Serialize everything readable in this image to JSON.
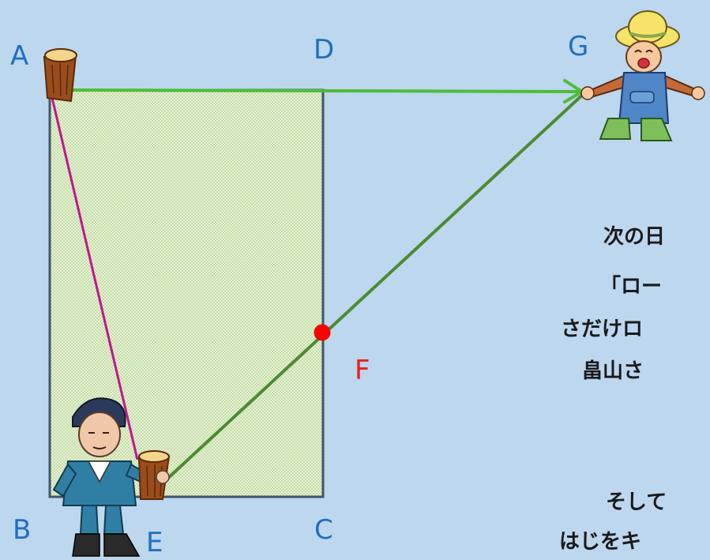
{
  "points": {
    "A": {
      "label": "A",
      "color": "#1f6fc0"
    },
    "D": {
      "label": "D",
      "color": "#1f6fc0"
    },
    "G": {
      "label": "G",
      "color": "#1f6fc0"
    },
    "F": {
      "label": "F",
      "color": "#e8201a"
    },
    "B": {
      "label": "B",
      "color": "#1f6fc0"
    },
    "E": {
      "label": "E",
      "color": "#1f6fc0"
    },
    "C": {
      "label": "C",
      "color": "#1f6fc0"
    }
  },
  "text_lines": [
    "次の日",
    "「ロー",
    "さだけロ",
    "畠山さ",
    "そして",
    "はじをキ"
  ],
  "colors": {
    "background": "#bdd7ee",
    "field_fill": "#e2f0cb",
    "field_border": "#44546a",
    "line_AE": "#c0168e",
    "line_DG": "#4dbd3a",
    "line_EG": "#4c8a33",
    "point_F": "#ff0000"
  },
  "icons": [
    "stake-icon",
    "farmer-icon",
    "old-man-icon"
  ]
}
